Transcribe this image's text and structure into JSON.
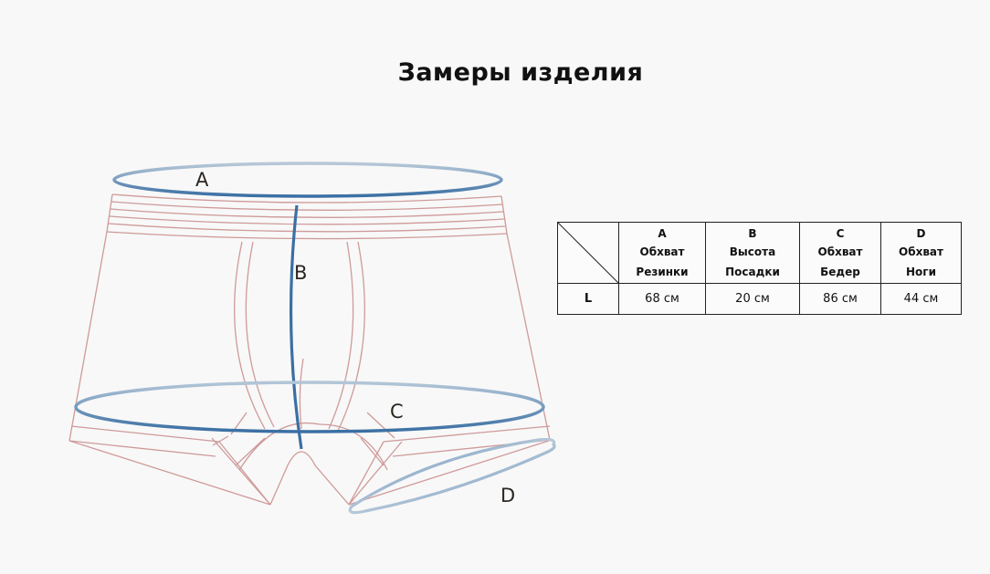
{
  "title": "Замеры изделия",
  "diagram": {
    "labels": {
      "A": "A",
      "B": "B",
      "C": "C",
      "D": "D"
    },
    "colors": {
      "garment_outline": "#cf9a9a",
      "measurement_line": "#3a6fa3",
      "background": "#f8f8f8"
    }
  },
  "table": {
    "columns": [
      {
        "letter": "A",
        "line1": "Обхват",
        "line2": "Резинки"
      },
      {
        "letter": "B",
        "line1": "Высота",
        "line2": "Посадки"
      },
      {
        "letter": "C",
        "line1": "Обхват",
        "line2": "Бедер"
      },
      {
        "letter": "D",
        "line1": "Обхват",
        "line2": "Ноги"
      }
    ],
    "rows": [
      {
        "size": "L",
        "values": [
          "68 см",
          "20 см",
          "86 см",
          "44 см"
        ]
      }
    ]
  }
}
